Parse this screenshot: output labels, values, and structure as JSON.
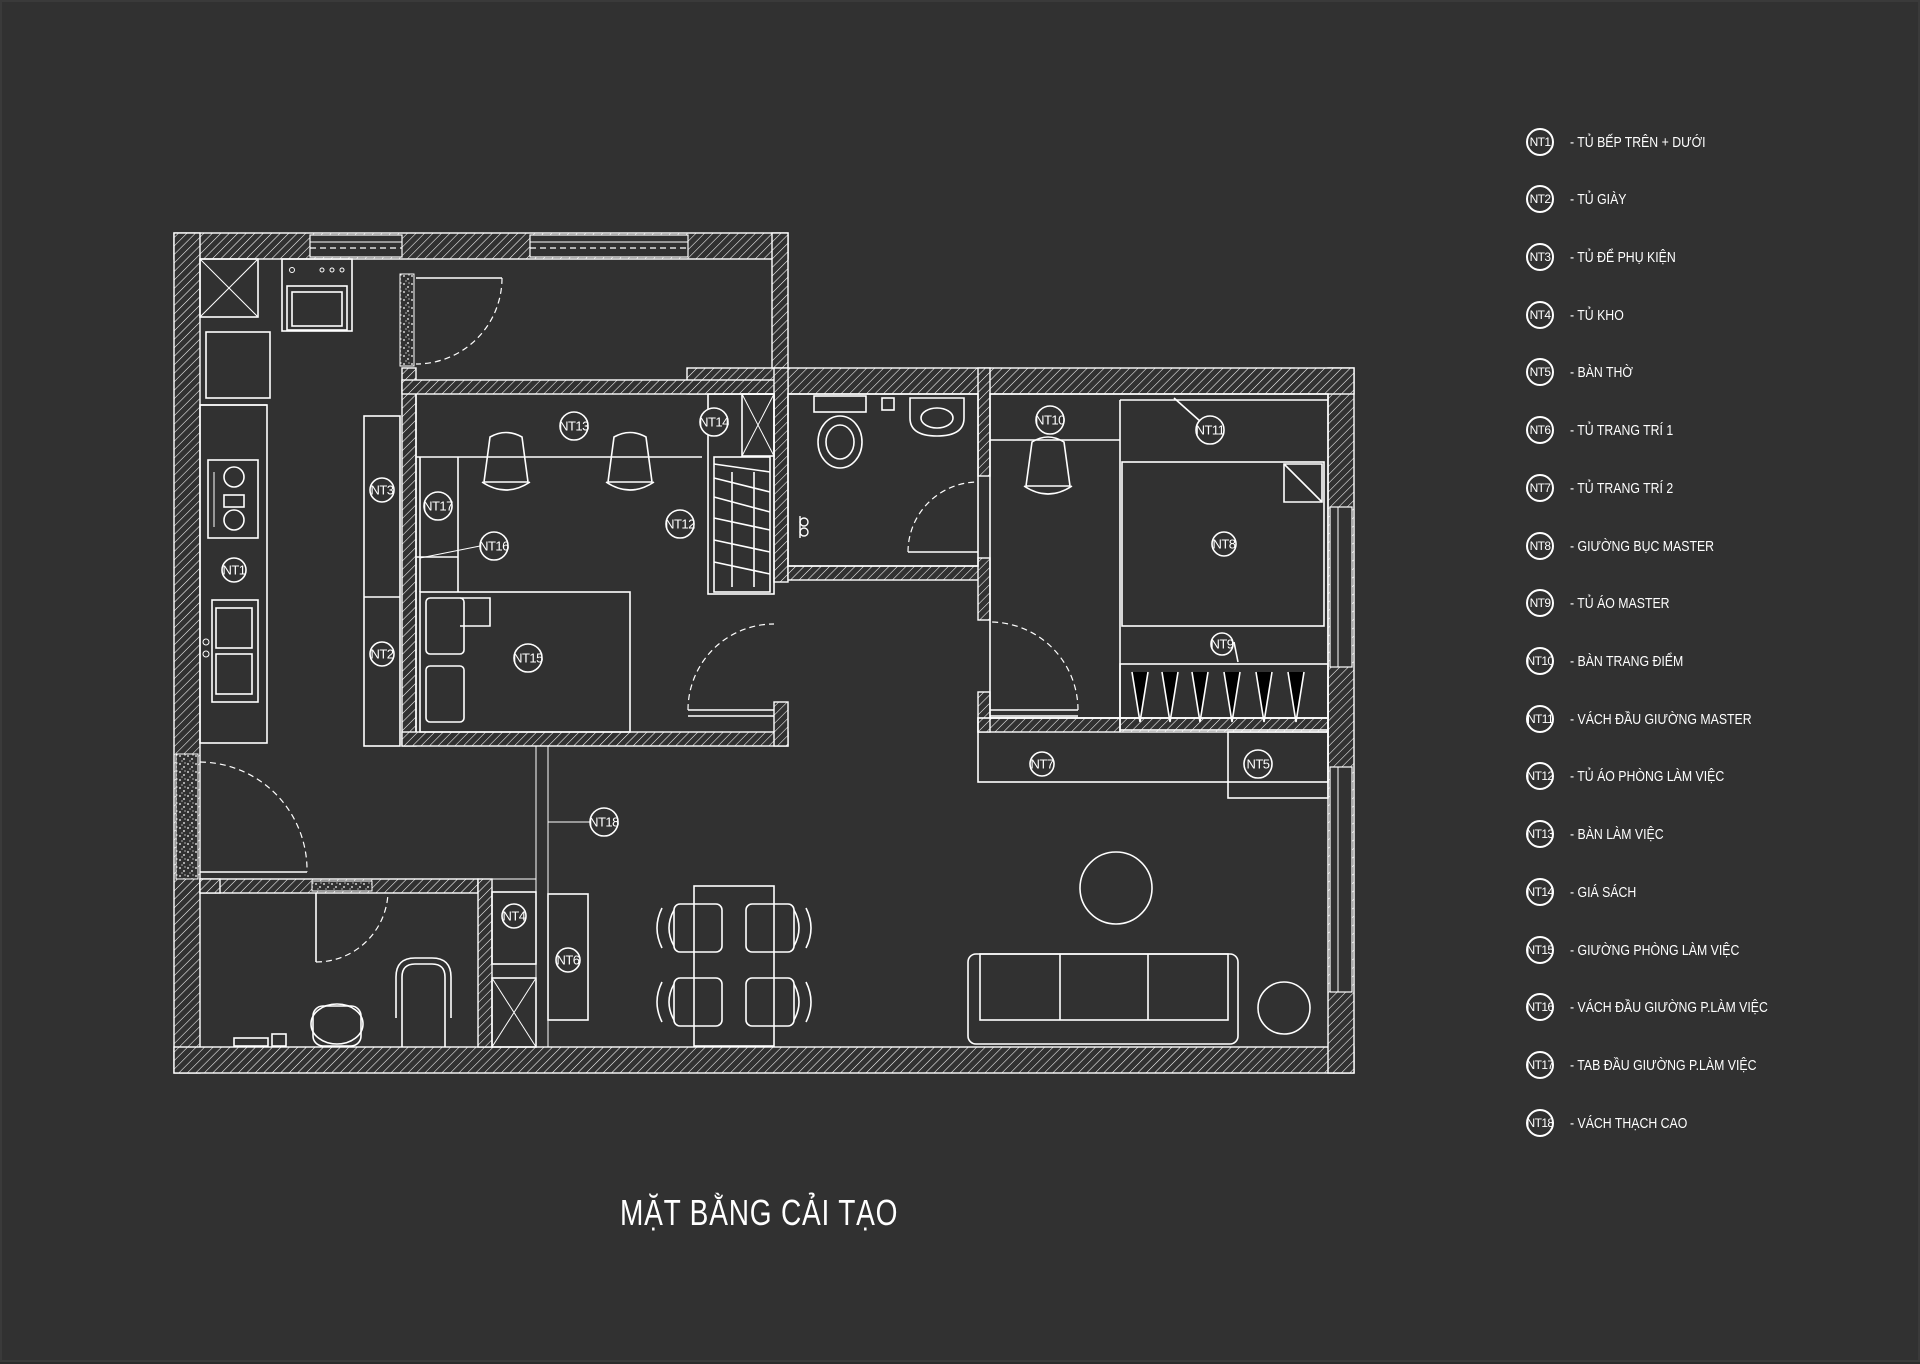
{
  "title": "MẶT BẰNG CẢI TẠO",
  "colors": {
    "background": "#313131",
    "lines": "#ffffff"
  },
  "legend": [
    {
      "code": "NT1",
      "label": "- TỦ BẾP TRÊN + DƯỚI"
    },
    {
      "code": "NT2",
      "label": "- TỦ GIÀY"
    },
    {
      "code": "NT3",
      "label": "- TỦ ĐỂ PHỤ KIỆN"
    },
    {
      "code": "NT4",
      "label": "- TỦ KHO"
    },
    {
      "code": "NT5",
      "label": "- BÀN THỜ"
    },
    {
      "code": "NT6",
      "label": "- TỦ TRANG TRÍ 1"
    },
    {
      "code": "NT7",
      "label": "- TỦ TRANG TRÍ 2"
    },
    {
      "code": "NT8",
      "label": "- GIƯỜNG BỤC MASTER"
    },
    {
      "code": "NT9",
      "label": "- TỦ ÁO MASTER"
    },
    {
      "code": "NT10",
      "label": "- BÀN TRANG ĐIỂM"
    },
    {
      "code": "NT11",
      "label": "- VÁCH ĐẦU GIƯỜNG MASTER"
    },
    {
      "code": "NT12",
      "label": "- TỦ ÁO PHÒNG LÀM VIỆC"
    },
    {
      "code": "NT13",
      "label": "- BÀN LÀM VIỆC"
    },
    {
      "code": "NT14",
      "label": "- GIÁ SÁCH"
    },
    {
      "code": "NT15",
      "label": "- GIƯỜNG PHÒNG LÀM VIỆC"
    },
    {
      "code": "NT16",
      "label": "- VÁCH ĐẦU GIƯỜNG P.LÀM VIỆC"
    },
    {
      "code": "NT17",
      "label": "- TAB ĐẦU GIƯỜNG P.LÀM VIỆC"
    },
    {
      "code": "NT18",
      "label": "- VÁCH THẠCH CAO"
    }
  ],
  "plan_tags": [
    "NT1",
    "NT2",
    "NT3",
    "NT4",
    "NT5",
    "NT6",
    "NT7",
    "NT8",
    "NT9",
    "NT10",
    "NT11",
    "NT12",
    "NT13",
    "NT14",
    "NT15",
    "NT16",
    "NT17",
    "NT18"
  ]
}
